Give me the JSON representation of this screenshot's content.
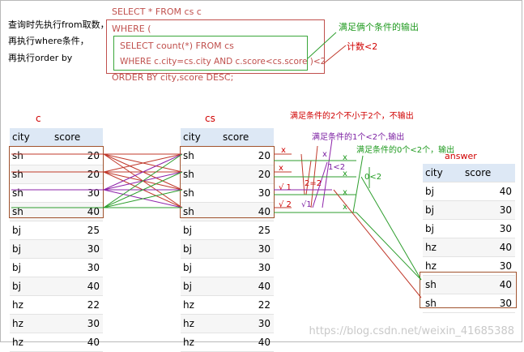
{
  "notes": [
    "查询时先执行from取数，",
    "再执行where条件，",
    "再执行order by"
  ],
  "sql": {
    "line1": "SELECT * FROM cs c",
    "line2": "WHERE (",
    "line3": "SELECT count(*) FROM cs",
    "line4": "WHERE c.city=cs.city AND c.score<cs.score )<2",
    "line5": "ORDER BY city,score DESC;"
  },
  "annotations": {
    "both_conditions": "满足俩个条件的输出",
    "count_lt2": "计数<2",
    "two_conditions_not_lt2": "满足条件的2个不小于2个，不输出",
    "one_lt2": "满足条件的1个<2个,输出",
    "zero_lt2": "满足条件的0个<2个，输出",
    "mark_lt2": "1<2",
    "mark_0lt2": "0<2",
    "mark_2eq2": "2=2",
    "x": "x",
    "check": "√",
    "check_1": "√ 1",
    "check_2": "√ 2",
    "check_1b": "√1"
  },
  "tables": {
    "c": {
      "label": "c",
      "headers": [
        "city",
        "score"
      ],
      "rows": [
        [
          "sh",
          "20"
        ],
        [
          "sh",
          "20"
        ],
        [
          "sh",
          "30"
        ],
        [
          "sh",
          "40"
        ],
        [
          "bj",
          "25"
        ],
        [
          "bj",
          "30"
        ],
        [
          "bj",
          "30"
        ],
        [
          "bj",
          "40"
        ],
        [
          "hz",
          "22"
        ],
        [
          "hz",
          "30"
        ],
        [
          "hz",
          "40"
        ]
      ]
    },
    "cs": {
      "label": "cs",
      "headers": [
        "city",
        "score"
      ],
      "rows": [
        [
          "sh",
          "20"
        ],
        [
          "sh",
          "20"
        ],
        [
          "sh",
          "30"
        ],
        [
          "sh",
          "40"
        ],
        [
          "bj",
          "25"
        ],
        [
          "bj",
          "30"
        ],
        [
          "bj",
          "30"
        ],
        [
          "bj",
          "40"
        ],
        [
          "hz",
          "22"
        ],
        [
          "hz",
          "30"
        ],
        [
          "hz",
          "40"
        ]
      ]
    },
    "answer": {
      "label": "answer",
      "headers": [
        "city",
        "score"
      ],
      "rows": [
        [
          "bj",
          "40"
        ],
        [
          "bj",
          "30"
        ],
        [
          "bj",
          "30"
        ],
        [
          "hz",
          "40"
        ],
        [
          "hz",
          "30"
        ],
        [
          "sh",
          "40"
        ],
        [
          "sh",
          "30"
        ]
      ]
    }
  },
  "watermark": "https://blog.csdn.net/weixin_41685388",
  "colors": {
    "sql_red": "#c0504d",
    "box_red": "#c0504d",
    "box_green": "#3aa63a",
    "header_blue": "#dde8f5",
    "highlight_brown": "#a0522d"
  }
}
